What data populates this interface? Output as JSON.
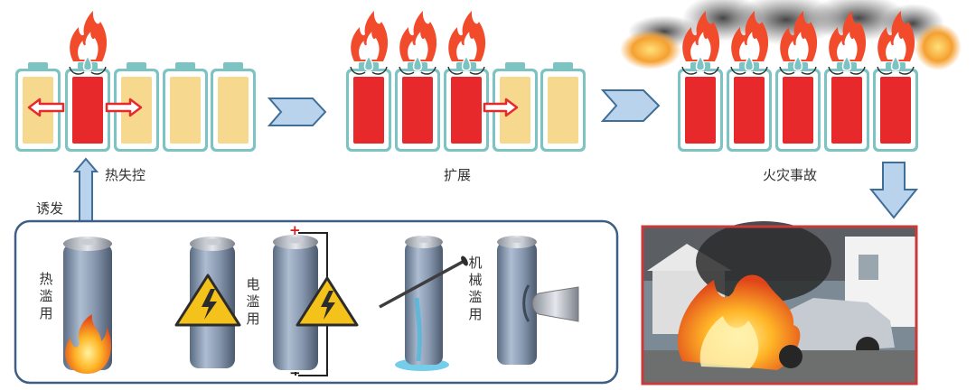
{
  "stages": [
    {
      "label": "热失控"
    },
    {
      "label": "扩展"
    },
    {
      "label": "火灾事故"
    }
  ],
  "trigger_label": "诱发",
  "abuse_labels": {
    "thermal": "热滥用",
    "electrical": "电滥用",
    "mechanical": "机械滥用"
  },
  "terminal_signs": {
    "positive": "+",
    "negative": "−"
  },
  "colors": {
    "cell_frame": "#7cc4c4",
    "cell_normal": "#f6d98e",
    "cell_runaway": "#e8292b",
    "arrow_fill": "#b9d3ec",
    "arrow_stroke": "#3f6e99",
    "panel_border": "#3e5e86",
    "photo_border": "#c93a3a",
    "flame_outer": "#f14b2c",
    "flame_inner": "#ffffff"
  }
}
